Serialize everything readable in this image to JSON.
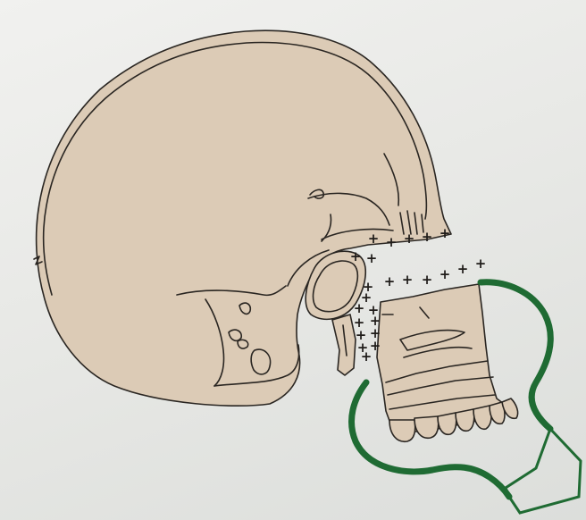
{
  "figure": {
    "subject": "Lateral view of skull with displaced maxilla",
    "marker_symbol": "+",
    "marker_count": 24,
    "colors": {
      "bone": "#dccbb6",
      "outline": "#2a2622",
      "arrow": "#1f6b33",
      "background": "#ececea"
    },
    "arrow": {
      "icon": "curved-arrow-icon",
      "direction": "down-right"
    }
  }
}
